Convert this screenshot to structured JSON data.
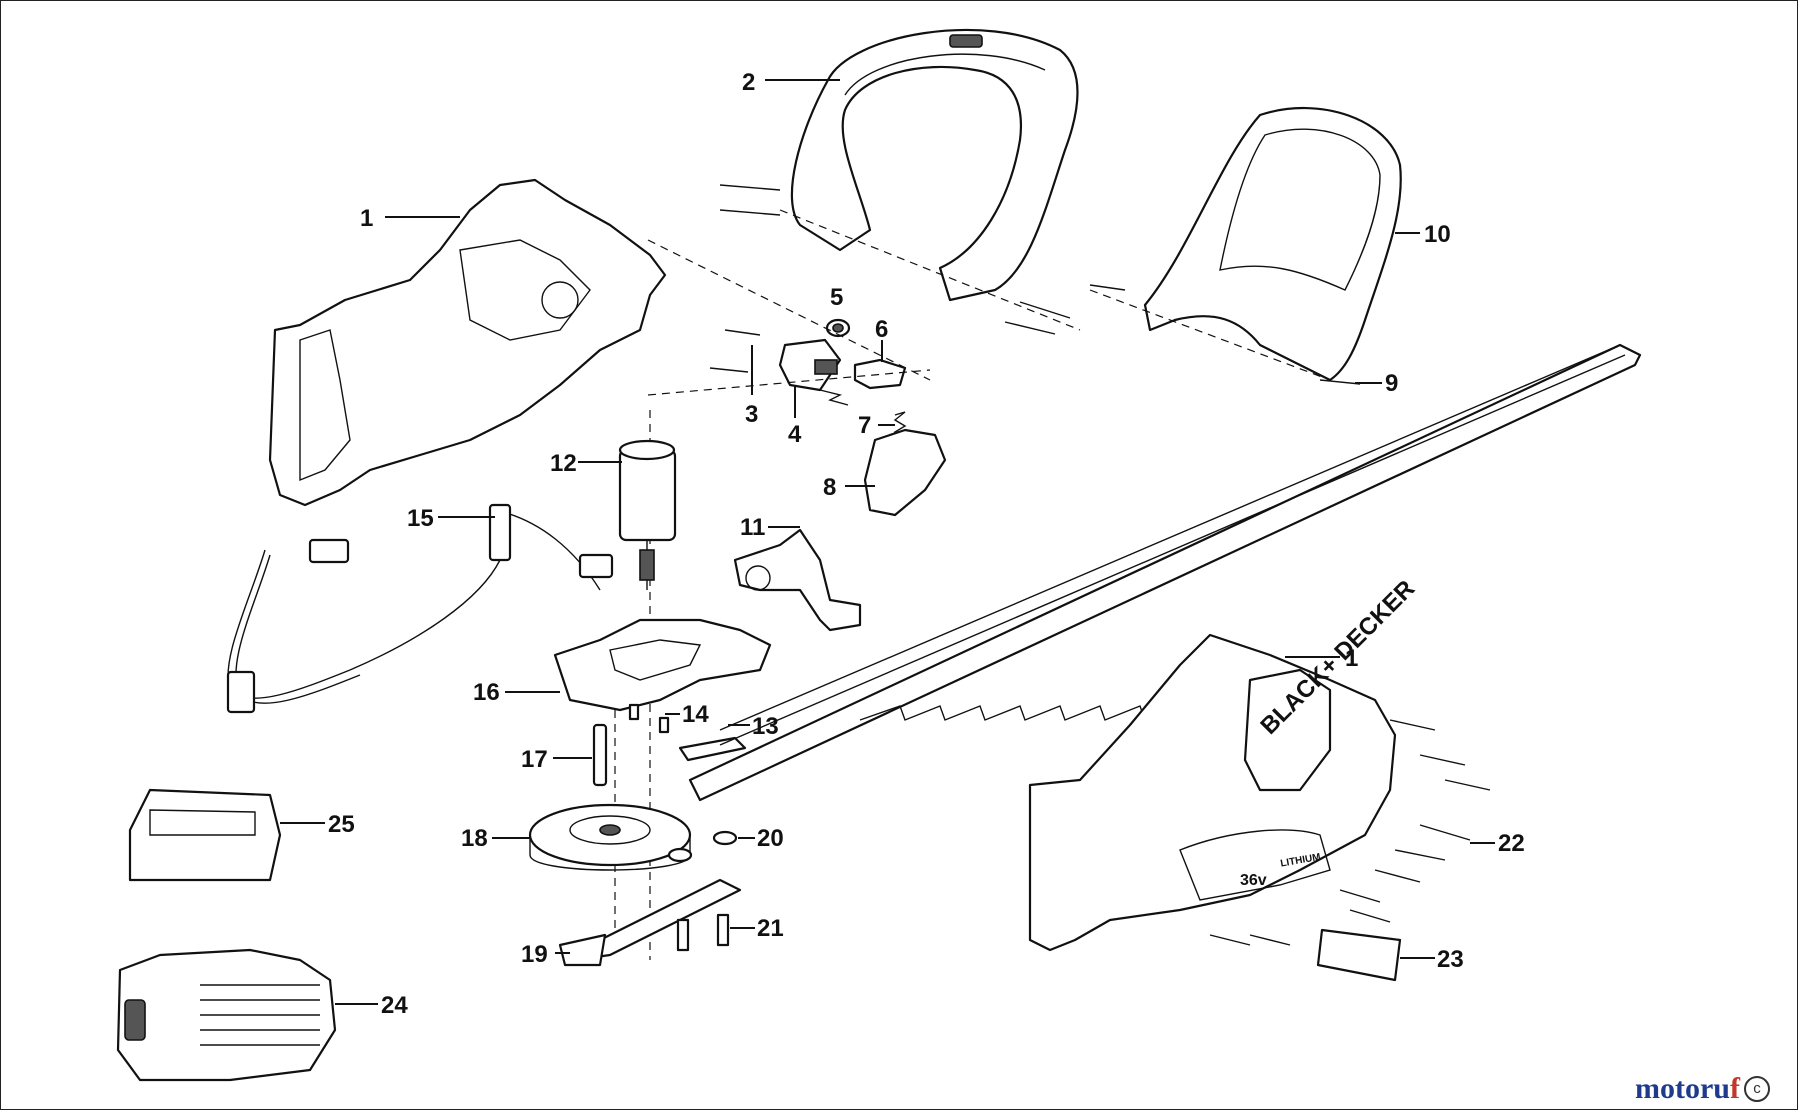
{
  "callouts": [
    {
      "id": "1",
      "label": "1"
    },
    {
      "id": "2",
      "label": "2"
    },
    {
      "id": "3",
      "label": "3"
    },
    {
      "id": "4",
      "label": "4"
    },
    {
      "id": "5",
      "label": "5"
    },
    {
      "id": "6",
      "label": "6"
    },
    {
      "id": "7",
      "label": "7"
    },
    {
      "id": "8",
      "label": "8"
    },
    {
      "id": "9",
      "label": "9"
    },
    {
      "id": "10",
      "label": "10"
    },
    {
      "id": "11",
      "label": "11"
    },
    {
      "id": "12",
      "label": "12"
    },
    {
      "id": "13",
      "label": "13"
    },
    {
      "id": "14",
      "label": "14"
    },
    {
      "id": "15",
      "label": "15"
    },
    {
      "id": "16",
      "label": "16"
    },
    {
      "id": "17",
      "label": "17"
    },
    {
      "id": "18",
      "label": "18"
    },
    {
      "id": "19",
      "label": "19"
    },
    {
      "id": "20",
      "label": "20"
    },
    {
      "id": "21",
      "label": "21"
    },
    {
      "id": "22",
      "label": "22"
    },
    {
      "id": "23",
      "label": "23"
    },
    {
      "id": "24",
      "label": "24"
    },
    {
      "id": "25",
      "label": "25"
    },
    {
      "id": "1b",
      "label": "1"
    }
  ],
  "product_marks": {
    "brand": "BLACK+ DECKER",
    "voltage": "36v",
    "battery_type": "LITHIUM"
  },
  "watermark": {
    "part1": "motoru",
    "part2": "f",
    "copyright": "c"
  }
}
